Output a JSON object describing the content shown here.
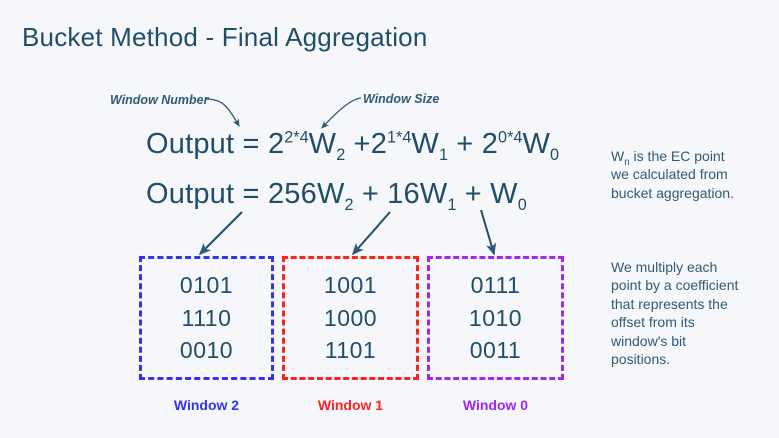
{
  "slide": {
    "title": "Bucket Method - Final Aggregation",
    "background_color": "#f6f7fb",
    "title_color": "#1f4e68"
  },
  "annotations": [
    {
      "id": "window-number",
      "label": "Window Number"
    },
    {
      "id": "window-size",
      "label": "Window Size"
    }
  ],
  "equations": {
    "eq1": {
      "lhs": "Output",
      "equals": "=",
      "terms": [
        {
          "base": "2",
          "exponent": "2*4",
          "point": "W",
          "point_index": "2"
        },
        {
          "base": "2",
          "exponent": "1*4",
          "point": "W",
          "point_index": "1"
        },
        {
          "base": "2",
          "exponent": "0*4",
          "point": "W",
          "point_index": "0"
        }
      ],
      "plain_text": "Output = 2^(2*4)W2 + 2^(1*4)W1 + 2^(0*4)W0"
    },
    "eq2": {
      "lhs": "Output",
      "equals": "=",
      "terms": [
        {
          "coefficient": "256",
          "point": "W",
          "point_index": "2"
        },
        {
          "coefficient": "16",
          "point": "W",
          "point_index": "1"
        },
        {
          "coefficient": "",
          "point": "W",
          "point_index": "0"
        }
      ],
      "plain_text": "Output = 256W2 + 16W1 + W0"
    }
  },
  "windows": [
    {
      "id": "window-2",
      "caption": "Window 2",
      "color": "#3333ee",
      "bits": [
        "0101",
        "1110",
        "0010"
      ]
    },
    {
      "id": "window-1",
      "caption": "Window 1",
      "color": "#fb2222",
      "bits": [
        "1001",
        "1000",
        "1101"
      ]
    },
    {
      "id": "window-0",
      "caption": "Window 0",
      "color": "#a026f0",
      "bits": [
        "0111",
        "1010",
        "0011"
      ]
    }
  ],
  "notes": {
    "paragraph_1_prefix": "W",
    "paragraph_1_sub": "n",
    "paragraph_1": " is the EC point we calculated from bucket aggregation.",
    "paragraph_2": "We multiply each point by a coefficient that represents the offset from its window's bit positions."
  }
}
